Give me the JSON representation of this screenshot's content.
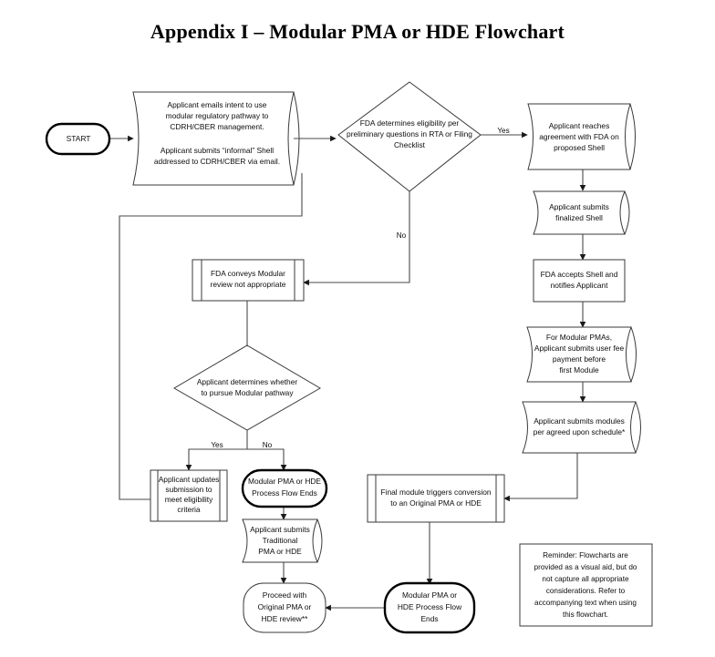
{
  "page": {
    "title": "Appendix I – Modular PMA or HDE Flowchart"
  },
  "nodes": {
    "start": {
      "label": "START",
      "shape": "terminal"
    },
    "applicant_emails": {
      "line1": "Applicant emails intent to use",
      "line2": "modular regulatory pathway to",
      "line3": "CDRH/CBER management.",
      "line4": "Applicant submits “informal” Shell",
      "line5": "addressed to CDRH/CBER via email.",
      "shape": "document-curved"
    },
    "fda_eligibility": {
      "line1": "FDA determines eligibility per",
      "line2": "preliminary questions in RTA or Filing",
      "line3": "Checklist",
      "shape": "decision"
    },
    "applicant_agreement": {
      "line1": "Applicant reaches",
      "line2": "agreement with FDA on",
      "line3": "proposed Shell",
      "shape": "document-curved"
    },
    "applicant_finalized_shell": {
      "line1": "Applicant submits",
      "line2": "finalized Shell",
      "shape": "document-curved"
    },
    "fda_accepts_shell": {
      "line1": "FDA accepts Shell and",
      "line2": "notifies Applicant",
      "shape": "process"
    },
    "user_fee": {
      "line1": "For Modular PMAs,",
      "line2": "Applicant submits user fee",
      "line3": "payment before",
      "line4": "first Module",
      "shape": "document-curved"
    },
    "submits_modules": {
      "line1": "Applicant submits modules",
      "line2": "per agreed upon schedule*",
      "shape": "document-curved"
    },
    "final_module": {
      "line1": "Final module triggers conversion",
      "line2": "to an Original PMA or HDE",
      "shape": "predefined-process"
    },
    "fda_conveys": {
      "line1": "FDA conveys Modular",
      "line2": "review not appropriate",
      "shape": "predefined-process"
    },
    "applicant_determines": {
      "line1": "Applicant determines whether",
      "line2": "to pursue Modular pathway",
      "shape": "decision"
    },
    "applicant_updates": {
      "line1": "Applicant updates",
      "line2": "submission to",
      "line3": "meet eligibility",
      "line4": "criteria",
      "shape": "predefined-process"
    },
    "modular_ends_upper": {
      "line1": "Modular PMA or HDE",
      "line2": "Process Flow Ends",
      "shape": "terminal"
    },
    "submits_traditional": {
      "line1": "Applicant submits",
      "line2": "Traditional",
      "line3": "PMA or HDE",
      "shape": "document-curved"
    },
    "proceed_original": {
      "line1": "Proceed with",
      "line2": "Original PMA or",
      "line3": "HDE review**",
      "shape": "terminal-thin"
    },
    "modular_ends_lower": {
      "line1": "Modular PMA or",
      "line2": "HDE Process Flow",
      "line3": "Ends",
      "shape": "terminal"
    },
    "reminder": {
      "line1": "Reminder: Flowcharts are",
      "line2": "provided as a visual aid, but do",
      "line3": "not capture all appropriate",
      "line4": "considerations. Refer to",
      "line5": "accompanying text when using",
      "line6": "this flowchart.",
      "shape": "note"
    }
  },
  "edge_labels": {
    "eligibility_yes": "Yes",
    "eligibility_no": "No",
    "determines_yes": "Yes",
    "determines_no": "No"
  },
  "colors": {
    "shape_stroke": "#3a3a3a",
    "terminal_stroke": "#000000",
    "connector": "#4a4a4a",
    "text": "#0d0d0d",
    "background": "#ffffff"
  }
}
